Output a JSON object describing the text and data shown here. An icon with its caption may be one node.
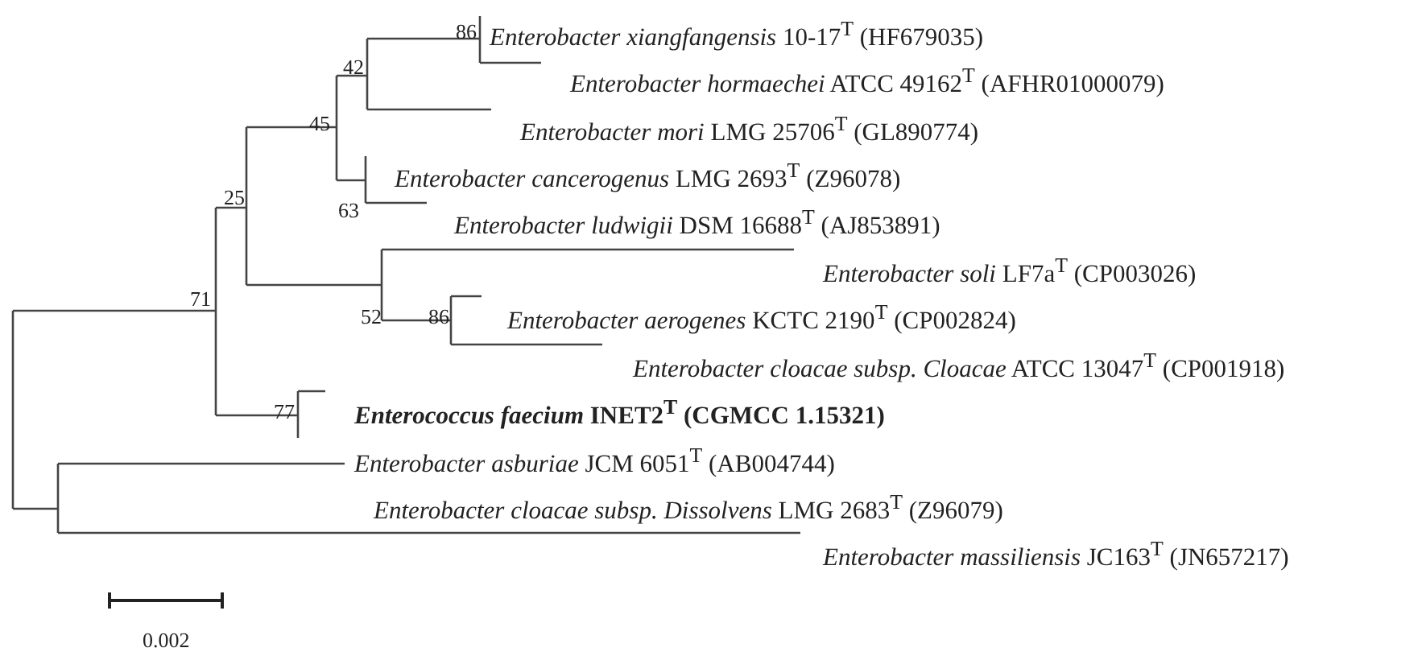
{
  "diagram": {
    "nodes": [
      {
        "text": [
          "*Enterobacter xiangfangensis* 10-17$^{T}$ (HF679035)"
        ]
      },
      {
        "text": [
          "*Enterobacter hormaechei* ATCC 49162$^{T}$ (AFHR01000079)"
        ]
      },
      {
        "text": [
          "*Enterobacter mori* LMG 25706$^{T}$ (GL890774)"
        ]
      },
      {
        "text": [
          "*Enterobacter cancerogenus* LMG 2693$^{T}$ (Z96078)"
        ]
      },
      {
        "text": [
          "*Enterobacter ludwigii* DSM 16688$^{T}$ (AJ853891)"
        ]
      },
      {
        "text": [
          "*Enterobacter soli* LF7a$^{T}$ (CP003026)"
        ]
      },
      {
        "text": [
          "*Enterobacter aerogenes* KCTC 2190$^{T}$ (CP002824)"
        ]
      },
      {
        "text": [
          "*Enterobacter cloacae subsp. Cloacae* ATCC 13047$^{T}$ (CP001918)"
        ]
      },
      {
        "text": [
          "*Enterococcus faecium* INET2$^{T}$ (CGMCC 1.15321)"
        ]
      },
      {
        "text": [
          "*Enterobacter asburiae* JCM 6051$^{T}$ (AB004744)"
        ]
      },
      {
        "text": [
          "*Enterobacter cloacae subsp. Dissolvens* LMG 2683$^{T}$ (Z96079)"
        ]
      },
      {
        "text": [
          "*Enterobacter massiliensis* JC163$^{T}$ (JN657217)"
        ]
      }
    ],
    "labels": [
      "86",
      "42",
      "45",
      "63",
      "25",
      "52",
      "86",
      "71",
      "77",
      "0.002"
    ]
  }
}
